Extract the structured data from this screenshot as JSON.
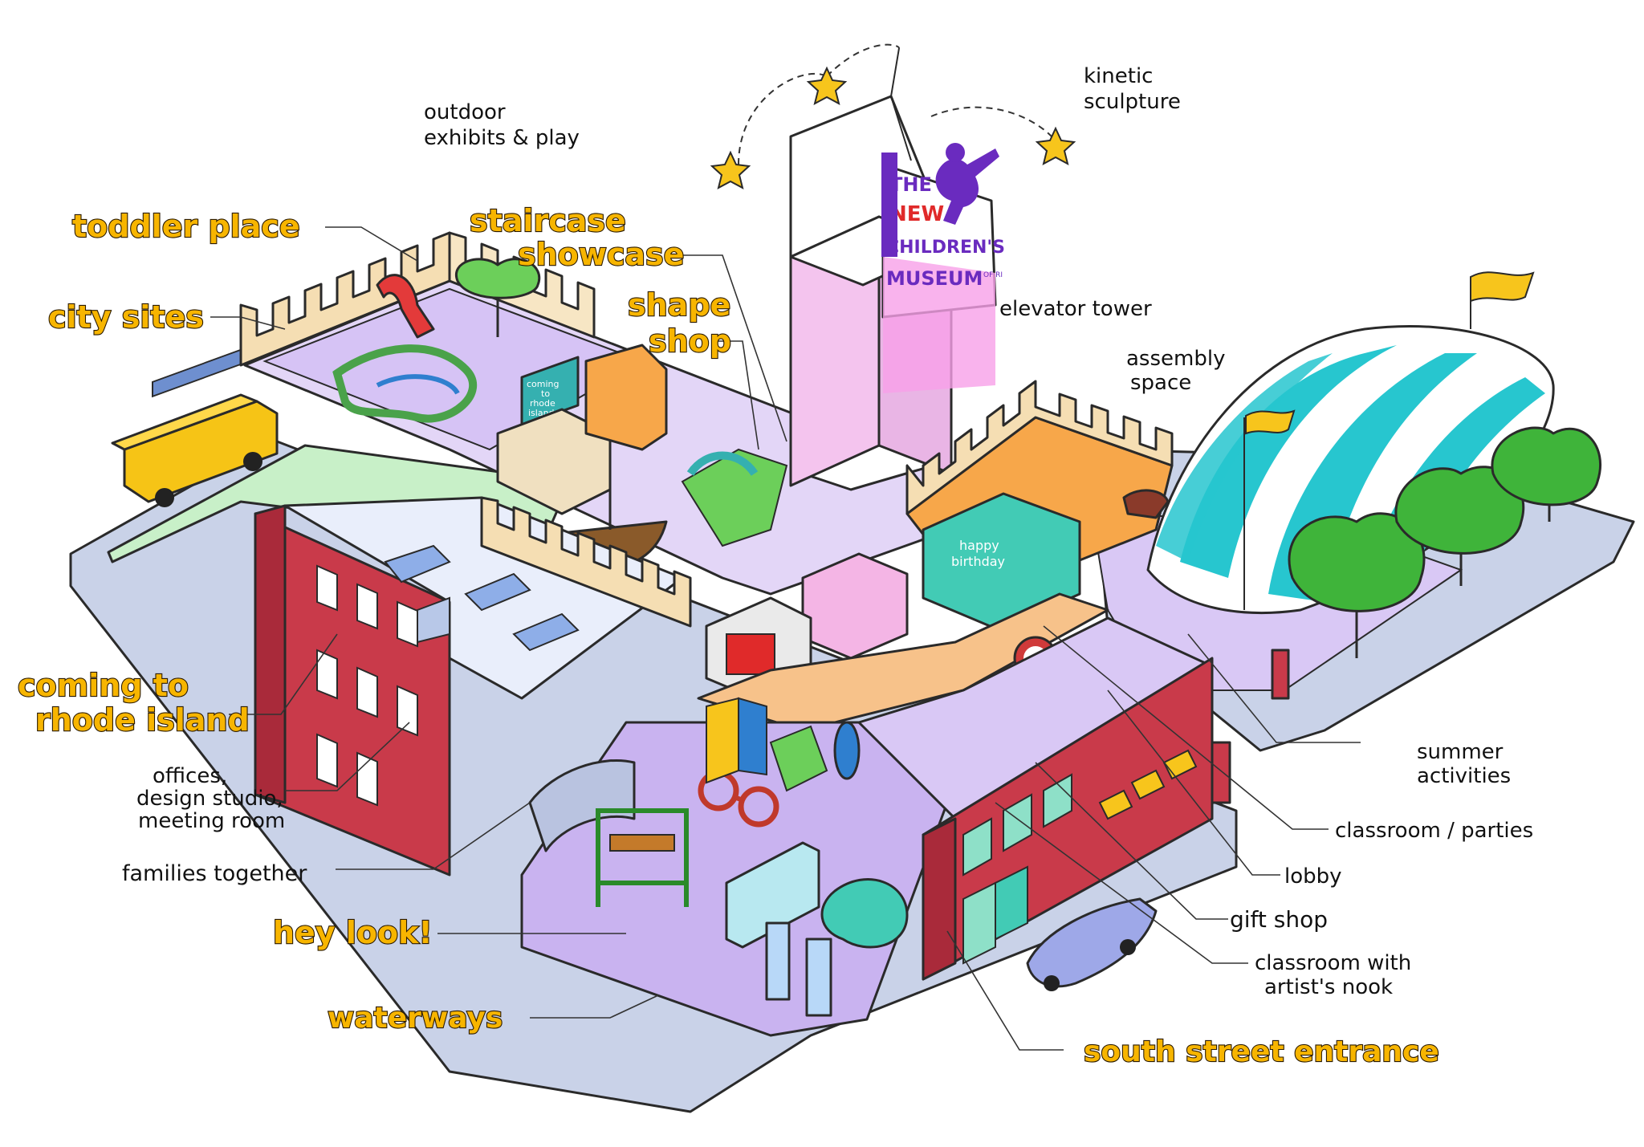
{
  "labels": {
    "outdoor": [
      "outdoor",
      "exhibits & play"
    ],
    "kinetic": [
      "kinetic",
      "sculpture"
    ],
    "toddler": "toddler place",
    "staircase": [
      "staircase",
      "showcase"
    ],
    "city": "city sites",
    "shape": [
      "shape",
      "shop"
    ],
    "elevator": "elevator tower",
    "assembly": [
      "assembly",
      "space"
    ],
    "coming": [
      "coming to",
      "rhode island"
    ],
    "offices": [
      "offices,",
      "design studio,",
      "meeting room"
    ],
    "families": "families together",
    "heylook": "hey look!",
    "waterways": "waterways",
    "south": "south street entrance",
    "summer": [
      "summer",
      "activities"
    ],
    "classroom_parties": "classroom / parties",
    "lobby": "lobby",
    "gift": "gift shop",
    "classroom_artist": [
      "classroom with",
      "artist's nook"
    ]
  },
  "sign": {
    "lines": [
      "THE",
      "NEW",
      "CHILDREN'S",
      "MUSEUM"
    ],
    "suffix": "OF RI",
    "colors": [
      "#6a2bbf",
      "#e02a2a",
      "#6a2bbf",
      "#6a2bbf"
    ]
  },
  "exhibit_signs": {
    "coming_sign": [
      "coming",
      "to",
      "rhode",
      "island"
    ],
    "birthday_sign": [
      "happy",
      "birthday"
    ]
  },
  "colors": {
    "label_fill": "#f7b500",
    "floor_purple": "#c9b3f0",
    "floor_lilac": "#e3d6f7",
    "brick_red": "#c93a4a",
    "tent_teal": "#27c6cf",
    "tree_green": "#3fb43a",
    "wall_tan": "#f5deb3",
    "tower_pink": "#f4c4ee",
    "bus_yellow": "#f6c416",
    "orange_floor": "#f7a74a"
  }
}
